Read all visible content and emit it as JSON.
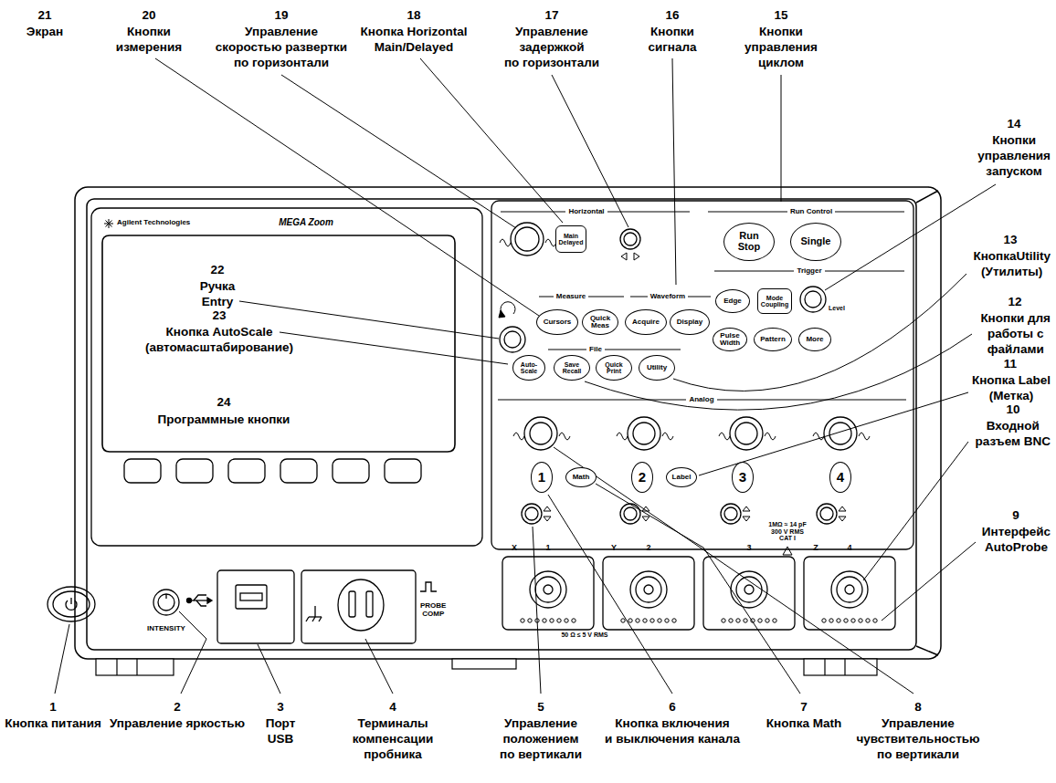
{
  "diagram": {
    "nodes": [
      {
        "text": [
          "Main Delayed"
        ]
      },
      {
        "text": [
          "Run Stop"
        ]
      },
      {
        "text": [
          "Single"
        ]
      },
      {
        "text": [
          "Cursors"
        ]
      },
      {
        "text": [
          "Quick Meas"
        ]
      },
      {
        "text": [
          "Acquire"
        ]
      },
      {
        "text": [
          "Display"
        ]
      },
      {
        "text": [
          "Edge"
        ]
      },
      {
        "text": [
          "Mode Coupling"
        ]
      },
      {
        "text": [
          "Pulse Width"
        ]
      },
      {
        "text": [
          "Pattern"
        ]
      },
      {
        "text": [
          "More"
        ]
      },
      {
        "text": [
          "Auto-Scale"
        ]
      },
      {
        "text": [
          "Save Recall"
        ]
      },
      {
        "text": [
          "Quick Print"
        ]
      },
      {
        "text": [
          "Utility"
        ]
      },
      {
        "text": [
          "1"
        ]
      },
      {
        "text": [
          "Math"
        ]
      },
      {
        "text": [
          "2"
        ]
      },
      {
        "text": [
          "Label"
        ]
      },
      {
        "text": [
          "3"
        ]
      },
      {
        "text": [
          "4"
        ]
      }
    ],
    "labels": [
      "21",
      "Экран",
      "20",
      "Кнопки измерения",
      "19",
      "Управление скоростью развертки по горизонтали",
      "18",
      "Кнопка Horizontal Main/Delayed",
      "17",
      "Управление задержкой по горизонтали",
      "16",
      "Кнопки сигнала",
      "15",
      "Кнопки управления циклом",
      "14",
      "Кнопки управления запуском",
      "13",
      "КнопкаUtility (Утилиты)",
      "12",
      "Кнопки для работы с файлами",
      "11",
      "Кнопка Label (Метка)",
      "10",
      "Входной разъем BNC",
      "9",
      "Интерфейс AutoProbe",
      "22",
      "Ручка Entry",
      "23",
      "Кнопка AutoScale (автомасштабирование)",
      "24",
      "Программные кнопки",
      "1",
      "Кнопка питания",
      "2",
      "Управление яркостью",
      "3",
      "Порт USB",
      "4",
      "Терминалы компенсации пробника",
      "5",
      "Управление положением по вертикали",
      "6",
      "Кнопка включения и выключения канала",
      "7",
      "Кнопка Math",
      "8",
      "Управление чувствительностью по вертикали",
      "Agilent Technologies",
      "MEGA Zoom",
      "Horizontal",
      "Run Control",
      "Measure",
      "Waveform",
      "Trigger",
      "File",
      "Level",
      "Analog",
      "X",
      "1",
      "Y",
      "2",
      "1MΩ ≈ 14 pF 300 V RMS CAT I",
      "3",
      "Z",
      "4",
      "50 Ω ≤ 5 V RMS",
      "INTENSITY",
      "PROBE COMP"
    ]
  }
}
